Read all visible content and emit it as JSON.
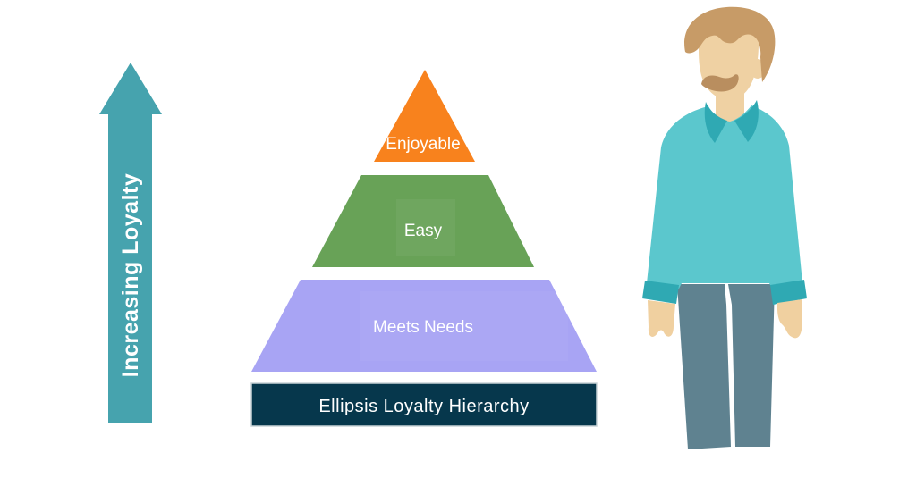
{
  "arrow": {
    "label": "Increasing Loyalty",
    "color": "#46A3AE"
  },
  "pyramid": {
    "levels": [
      {
        "label": "Enjoyable",
        "color": "#F8821D"
      },
      {
        "label": "Easy",
        "color": "#68A257"
      },
      {
        "label": "Meets Needs",
        "color": "#A8A4F4"
      }
    ],
    "title_bar": {
      "label": "Ellipsis Loyalty Hierarchy",
      "color": "#06374C"
    }
  },
  "illustration": {
    "icon": "standing-man-illustration",
    "colors": {
      "shirt": "#5BC7CD",
      "collar_cuffs": "#2FA9B3",
      "pants": "#5F8290",
      "skin": "#EFD1A3",
      "hands": "#F0D0A0",
      "hair": "#C79B67",
      "mustache": "#B98E5F"
    }
  },
  "background": "#FFFFFF"
}
